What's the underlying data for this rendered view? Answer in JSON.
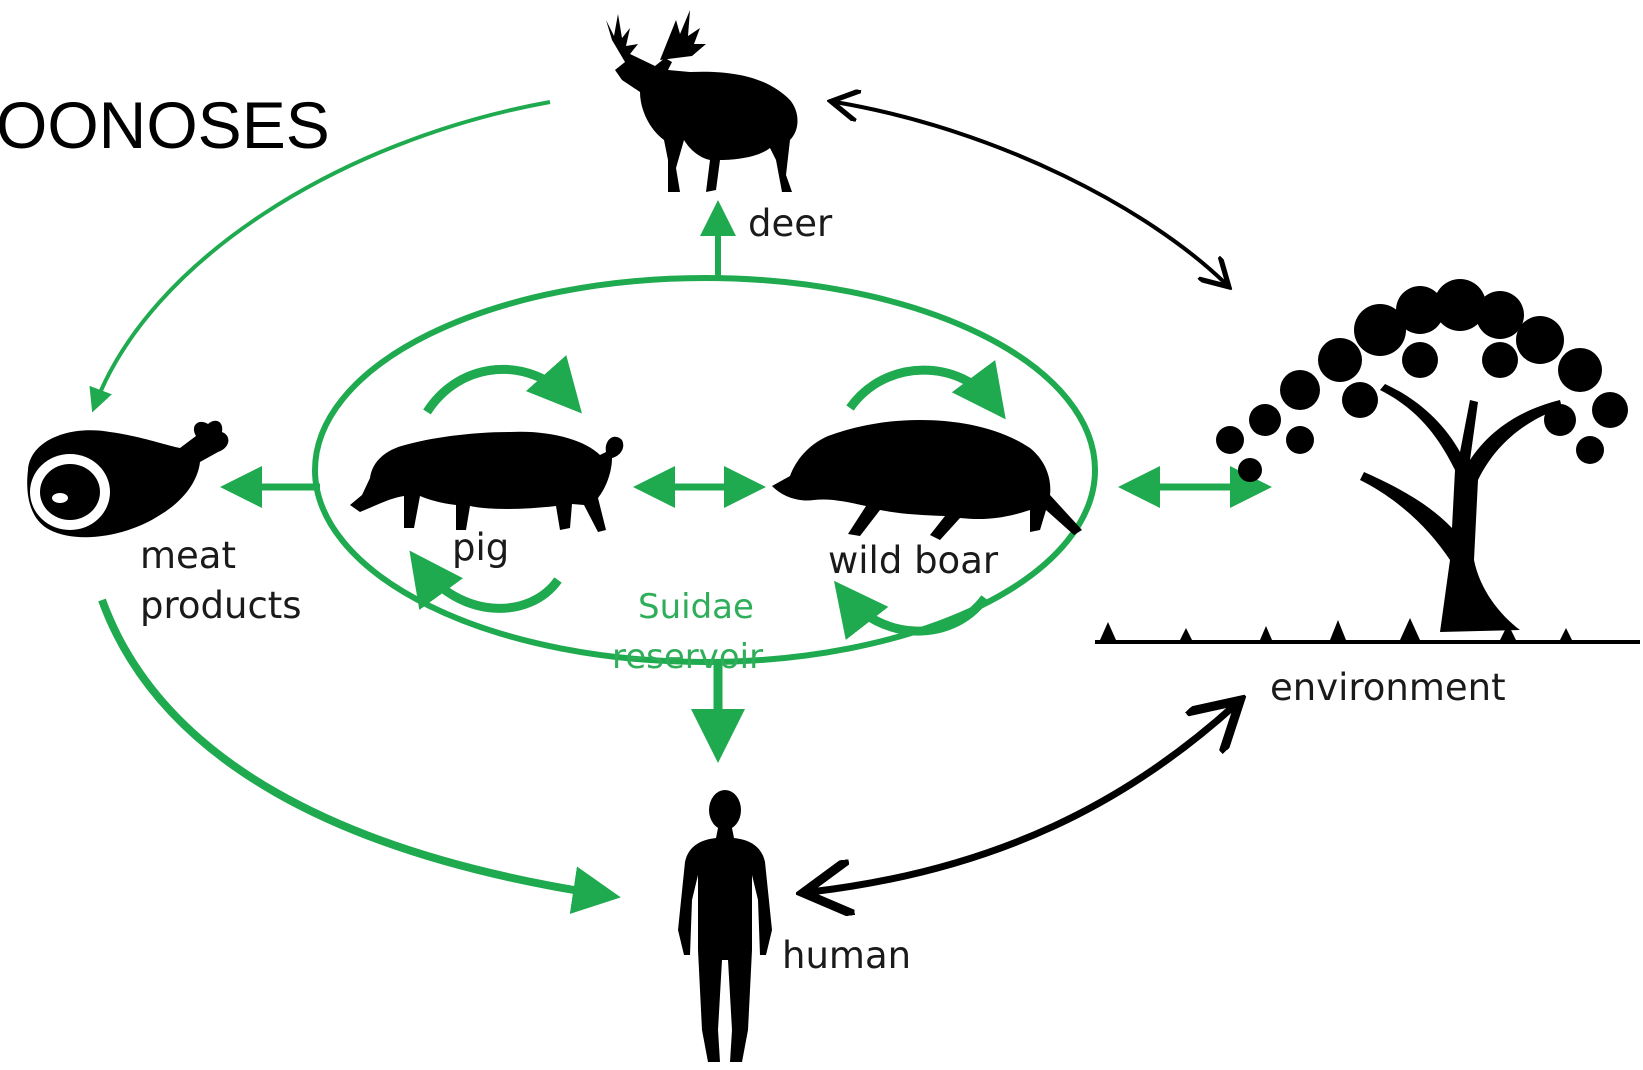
{
  "title": "OONOSES",
  "labels": {
    "deer": "deer",
    "environment": "environment",
    "meat_line1": "meat",
    "meat_line2": "products",
    "pig": "pig",
    "wild_boar": "wild boar",
    "reservoir_line1": "Suidae",
    "reservoir_line2": "reservoir",
    "human": "human"
  },
  "icons": [
    "deer-icon",
    "tree-icon",
    "meat-icon",
    "pig-icon",
    "wild-boar-icon",
    "human-icon"
  ],
  "colors": {
    "green": "#1faa4f",
    "green_text": "#2fae5a",
    "black": "#000000"
  }
}
